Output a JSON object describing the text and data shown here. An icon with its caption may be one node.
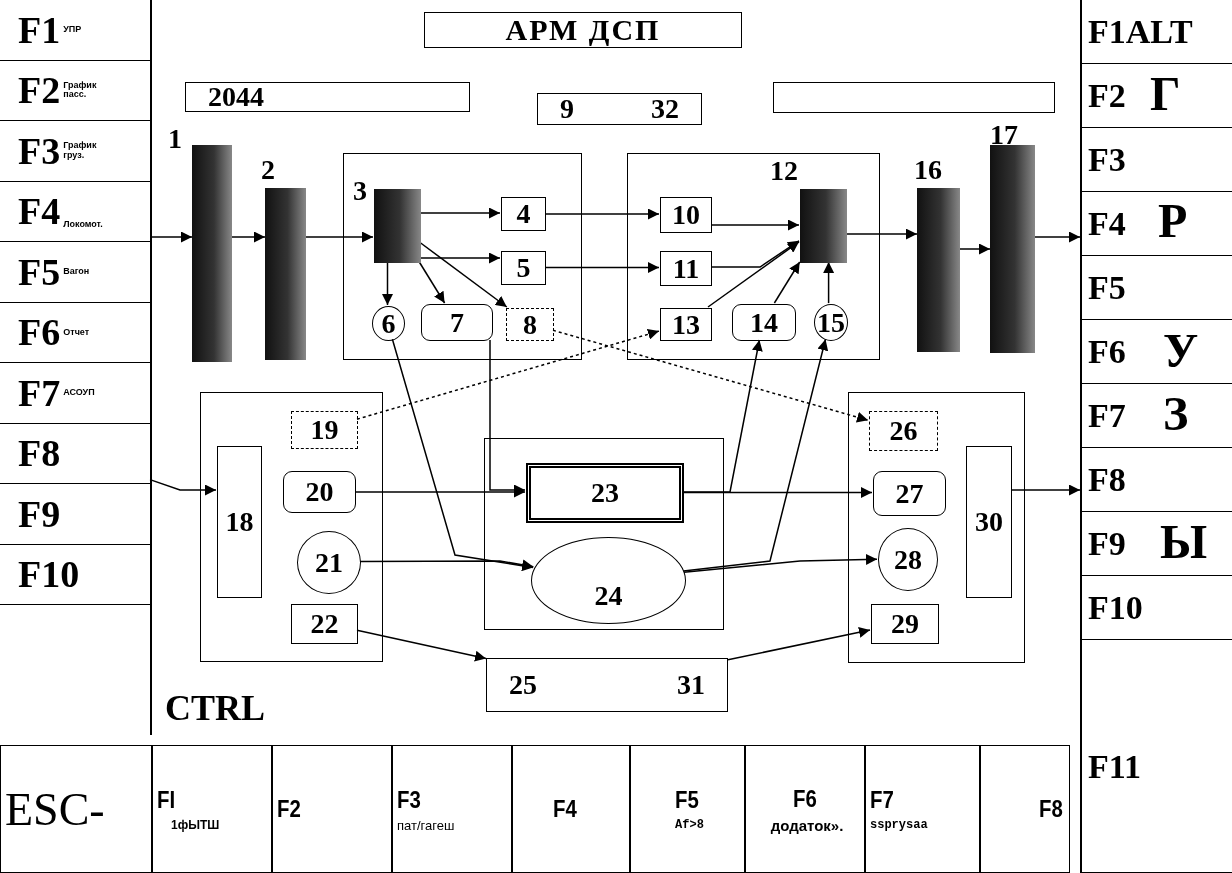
{
  "diagram": {
    "nodes": [
      {
        "text": [
          "F1",
          "УПР"
        ]
      },
      {
        "text": [
          "F2",
          "График пасс."
        ]
      },
      {
        "text": [
          "F3",
          "График груз."
        ]
      },
      {
        "text": [
          "F4",
          "Локомот."
        ]
      },
      {
        "text": [
          "F5",
          "Вагон"
        ]
      },
      {
        "text": [
          "F6",
          "Отчет"
        ]
      },
      {
        "text": [
          "F7",
          "АСОУП"
        ]
      },
      {
        "text": [
          "F8"
        ]
      },
      {
        "text": [
          "F9"
        ]
      },
      {
        "text": [
          "F10"
        ]
      },
      {
        "text": [
          "АРМ ДСП"
        ]
      },
      {
        "text": [
          "F1",
          "ALT"
        ]
      },
      {
        "text": [
          "F2"
        ]
      },
      {
        "text": [
          "F3"
        ]
      },
      {
        "text": [
          "F4"
        ]
      },
      {
        "text": [
          "F5"
        ]
      },
      {
        "text": [
          "F6"
        ]
      },
      {
        "text": [
          "F7"
        ]
      },
      {
        "text": [
          "F8"
        ]
      },
      {
        "text": [
          "F9"
        ]
      },
      {
        "text": [
          "F10"
        ]
      },
      {
        "text": [
          "F11"
        ]
      },
      {
        "text": [
          "2044"
        ]
      },
      {
        "text": [
          "9",
          "32"
        ]
      },
      {
        "text": [],
        "shape": "box"
      },
      {
        "text": [
          "1"
        ]
      },
      {
        "text": [
          "2"
        ]
      },
      {
        "text": [],
        "shape": "box"
      },
      {
        "text": [
          "3"
        ],
        "in": 27
      },
      {
        "text": [
          "4"
        ],
        "in": 27
      },
      {
        "text": [
          "5"
        ],
        "in": 27
      },
      {
        "text": [
          "6"
        ],
        "in": 27
      },
      {
        "text": [
          "7"
        ],
        "in": 27
      },
      {
        "text": [
          "8"
        ],
        "in": 27
      },
      {
        "text": [],
        "shape": "box"
      },
      {
        "text": [
          "10"
        ],
        "in": 34
      },
      {
        "text": [
          "11"
        ],
        "in": 34
      },
      {
        "text": [
          "12"
        ],
        "in": 34
      },
      {
        "text": [
          "13"
        ],
        "in": 34
      },
      {
        "text": [
          "14"
        ],
        "in": 34
      },
      {
        "text": [
          "15"
        ],
        "in": 34
      },
      {
        "text": [
          "16"
        ]
      },
      {
        "text": [
          "17"
        ]
      },
      {
        "text": [],
        "shape": "box"
      },
      {
        "text": [
          "18"
        ],
        "in": 43
      },
      {
        "text": [
          "19"
        ],
        "in": 43
      },
      {
        "text": [
          "20"
        ],
        "in": 43
      },
      {
        "text": [
          "21"
        ],
        "in": 43
      },
      {
        "text": [
          "22"
        ],
        "in": 43
      },
      {
        "text": [],
        "shape": "box"
      },
      {
        "text": [
          "23"
        ],
        "in": 49
      },
      {
        "text": [
          "24"
        ],
        "in": 49
      },
      {
        "text": [],
        "shape": "box"
      },
      {
        "text": [
          "26"
        ],
        "in": 52
      },
      {
        "text": [
          "27"
        ],
        "in": 52
      },
      {
        "text": [
          "28"
        ],
        "in": 52
      },
      {
        "text": [
          "29"
        ],
        "in": 52
      },
      {
        "text": [
          "30"
        ],
        "in": 52
      },
      {
        "text": [
          "25",
          "31"
        ]
      },
      {
        "text": [
          "ESC-"
        ]
      },
      {
        "text": [
          "FI",
          "1фЫТШ"
        ]
      },
      {
        "text": [
          "F2"
        ]
      },
      {
        "text": [
          "F3",
          "пат/гагеш"
        ]
      },
      {
        "text": [
          "F4"
        ]
      },
      {
        "text": [
          "F5",
          "Af>8"
        ]
      },
      {
        "text": [
          "F6",
          "додаток»."
        ]
      },
      {
        "text": [
          "F7",
          "ssprysaa"
        ]
      },
      {
        "text": [
          "F8"
        ]
      }
    ],
    "edges": [
      {
        "from": 3,
        "to": 25,
        "arrow": "to"
      },
      {
        "from": 25,
        "to": 26,
        "arrow": "to"
      },
      {
        "from": 26,
        "to": 28,
        "arrow": "to"
      },
      {
        "from": 28,
        "to": 29,
        "arrow": "to"
      },
      {
        "from": 28,
        "to": 30,
        "arrow": "to"
      },
      {
        "from": 28,
        "to": 31,
        "arrow": "to"
      },
      {
        "from": 28,
        "to": 32,
        "arrow": "to"
      },
      {
        "from": 28,
        "to": 33,
        "arrow": "to"
      },
      {
        "from": 29,
        "to": 35,
        "arrow": "to"
      },
      {
        "from": 30,
        "to": 36,
        "arrow": "to"
      },
      {
        "from": 35,
        "to": 37,
        "arrow": "to"
      },
      {
        "from": 36,
        "to": 37,
        "arrow": "to"
      },
      {
        "from": 38,
        "to": 37,
        "arrow": "to"
      },
      {
        "from": 39,
        "to": 37,
        "arrow": "to"
      },
      {
        "from": 40,
        "to": 37,
        "arrow": "to"
      },
      {
        "from": 37,
        "to": 41,
        "arrow": "to"
      },
      {
        "from": 41,
        "to": 42,
        "arrow": "to"
      },
      {
        "from": 42,
        "to": 14,
        "arrow": "to"
      },
      {
        "from": 45,
        "to": 38,
        "arrow": "to",
        "style": "dashed"
      },
      {
        "from": 33,
        "to": 53,
        "arrow": "to",
        "style": "dashed"
      },
      {
        "from": 31,
        "to": 51,
        "arrow": "to"
      },
      {
        "from": 32,
        "to": 50,
        "arrow": "to"
      },
      {
        "from": 46,
        "to": 50,
        "arrow": "to"
      },
      {
        "from": 47,
        "to": 51,
        "arrow": "to"
      },
      {
        "from": 50,
        "to": 54,
        "arrow": "to"
      },
      {
        "from": 51,
        "to": 55,
        "arrow": "to"
      },
      {
        "from": 50,
        "to": 39,
        "arrow": "to"
      },
      {
        "from": 51,
        "to": 40,
        "arrow": "to"
      },
      {
        "from": 48,
        "to": 58,
        "arrow": "to"
      },
      {
        "from": 58,
        "to": 56,
        "arrow": "to"
      },
      {
        "from": 7,
        "to": 44,
        "arrow": "to"
      },
      {
        "from": 57,
        "to": 18,
        "arrow": "to"
      }
    ],
    "labels": [
      "CTRL",
      "Г",
      "Р",
      "У",
      "З",
      "Ы"
    ]
  }
}
